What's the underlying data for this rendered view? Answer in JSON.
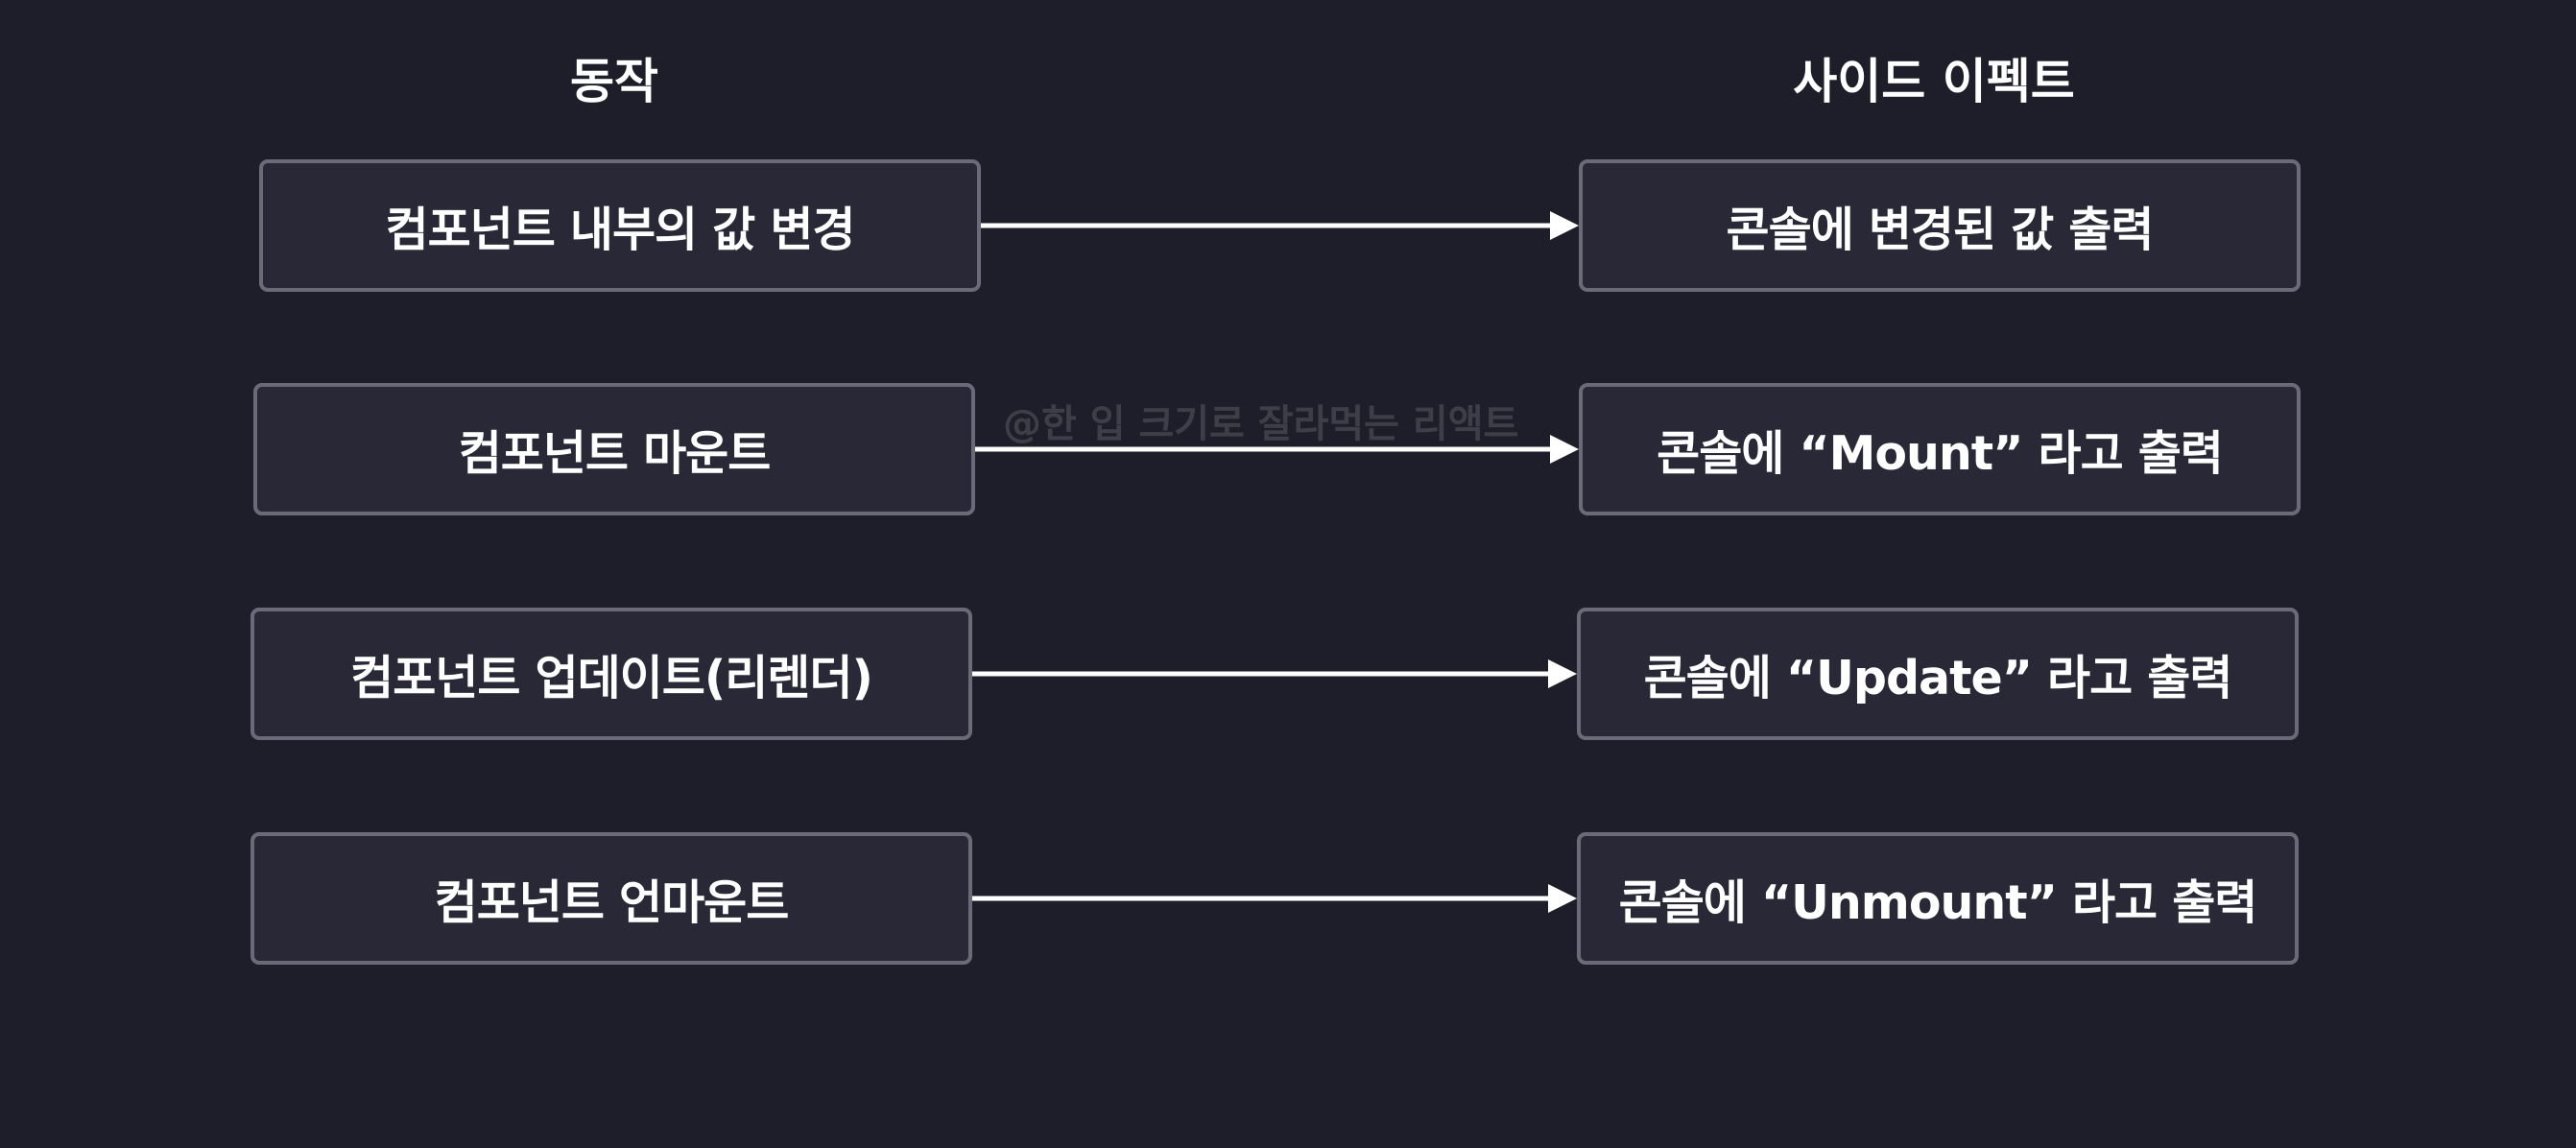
{
  "headers": {
    "action": "동작",
    "side_effect": "사이드 이펙트"
  },
  "rows": [
    {
      "action": "컴포넌트 내부의 값 변경",
      "effect": "콘솔에 변경된 값 출력"
    },
    {
      "action": "컴포넌트 마운트",
      "effect": "콘솔에 “Mount” 라고 출력"
    },
    {
      "action": "컴포넌트 업데이트(리렌더)",
      "effect": "콘솔에 “Update” 라고 출력"
    },
    {
      "action": "컴포넌트 언마운트",
      "effect": "콘솔에 “Unmount” 라고 출력"
    }
  ],
  "watermark": "@한 입 크기로 잘라먹는 리액트",
  "colors": {
    "background": "#1e1e2a",
    "box_fill": "#282836",
    "box_border": "#6a6a78",
    "text": "#ffffff",
    "arrow": "#ffffff"
  }
}
